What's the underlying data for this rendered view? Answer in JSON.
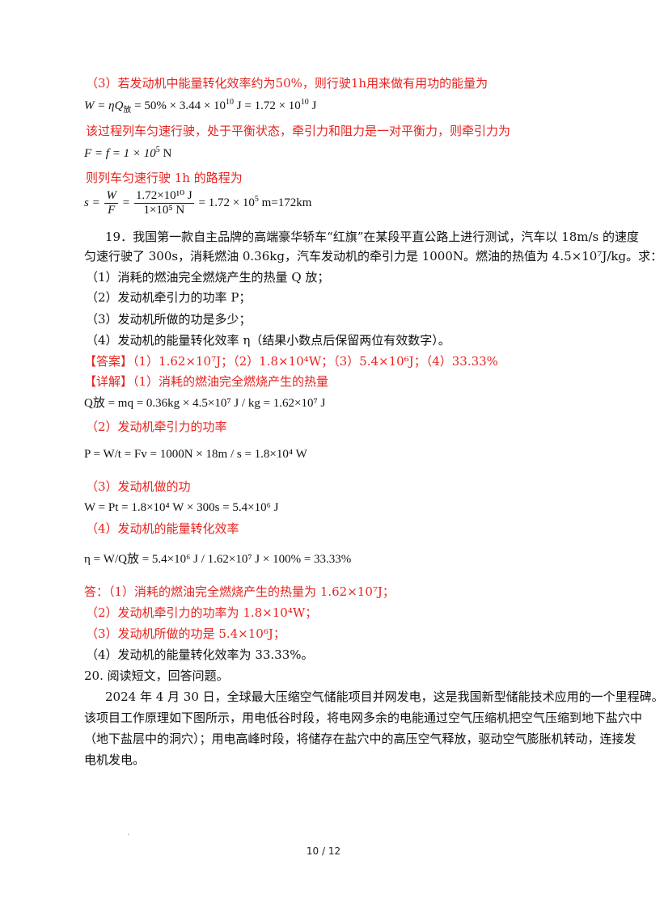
{
  "part_a": {
    "s3_line": "（3）若发动机中能量转化效率约为50%，则行驶1h用来做有用功的能量为",
    "eq_w": {
      "lhs": "W",
      "mid": " = ηQ",
      "sub": "放",
      "rhs": " = 50% × 3.44 × 10",
      "exp1": "10",
      "tail": " J = 1.72 × 10",
      "exp2": "10",
      "unit": " J"
    },
    "balance_line": "该过程列车匀速行驶，处于平衡状态，牵引力和阻力是一对平衡力，则牵引力为",
    "eq_f": {
      "text": "F = f = 1 × 10",
      "exp": "5",
      "unit": " N"
    },
    "distance_line": "则列车匀速行驶 1h 的路程为",
    "eq_s": {
      "lhs": "s = ",
      "num1": "W",
      "den1": "F",
      "num2": "1.72×10¹⁰ J",
      "den2": "1×10⁵ N",
      "rhs": " = 1.72 × 10",
      "exp": "5",
      "tail": " m=172km"
    }
  },
  "q19": {
    "stem_1": "19．我国第一款自主品牌的高端豪华轿车“红旗”在某段平直公路上进行测试，汽车以 18m/s 的速度",
    "stem_2": "匀速行驶了 300s，消耗燃油 0.36kg，汽车发动机的牵引力是 1000N。燃油的热值为 4.5×10⁷J/kg。求：",
    "sub1": "（1）消耗的燃油完全燃烧产生的热量 Q 放；",
    "sub2": "（2）发动机牵引力的功率 P；",
    "sub3": "（3）发动机所做的功是多少；",
    "sub4": "（4）发动机的能量转化效率 η（结果小数点后保留两位有效数字）。",
    "answer": "【答案】（1）1.62×10⁷J；（2）1.8×10⁴W；（3）5.4×10⁶J；（4）33.33%",
    "detail_1": "【详解】（1）消耗的燃油完全燃烧产生的热量",
    "eq_q": "Q放 = mq = 0.36kg × 4.5×10⁷ J / kg = 1.62×10⁷ J",
    "detail_2": "（2）发动机牵引力的功率",
    "eq_p": "P = W/t = Fv = 1000N × 18m / s = 1.8×10⁴ W",
    "detail_3": "（3）发动机做的功",
    "eq_wpt": "W = Pt = 1.8×10⁴ W × 300s = 5.4×10⁶ J",
    "detail_4": "（4）发动机的能量转化效率",
    "eq_eta": "η = W/Q放 = 5.4×10⁶ J / 1.62×10⁷ J × 100% = 33.33%",
    "ans_1": "答：（1）消耗的燃油完全燃烧产生的热量为 1.62×10⁷J；",
    "ans_2": "（2）发动机牵引力的功率为 1.8×10⁴W；",
    "ans_3": "（3）发动机所做的功是 5.4×10⁶J；",
    "ans_4": "（4）发动机的能量转化效率为 33.33%。"
  },
  "q20": {
    "title": "20. 阅读短文，回答问题。",
    "p1": "2024 年 4 月 30 日，全球最大压缩空气储能项目并网发电，这是我国新型储能技术应用的一个里程碑。",
    "p2": "该项目工作原理如下图所示，用电低谷时段，将电网多余的电能通过空气压缩机把空气压缩到地下盐穴中",
    "p3": "（地下盐层中的洞穴）；用电高峰时段，将储存在盐穴中的高压空气释放，驱动空气膨胀机转动，连接发",
    "p4": "电机发电。"
  },
  "footer": {
    "page": "10 / 12"
  },
  "colors": {
    "accent_red": "#e8231f",
    "text": "#111111"
  }
}
